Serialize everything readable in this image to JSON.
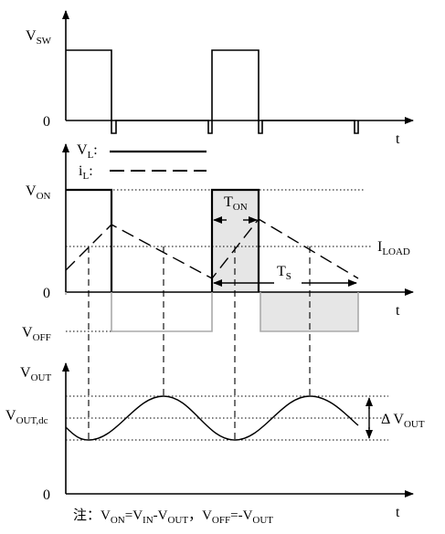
{
  "labels": {
    "vsw_main": "V",
    "vsw_sub": "SW",
    "zero_top": "0",
    "t_top": "t",
    "vl_main": "V",
    "vl_sub": "L",
    "vl_colon": ":",
    "il_main": "i",
    "il_sub": "L",
    "il_colon": ":",
    "von_main": "V",
    "von_sub": "ON",
    "ton_main": "T",
    "ton_sub": "ON",
    "iload_main": "I",
    "iload_sub": "LOAD",
    "ts_main": "T",
    "ts_sub": "S",
    "zero_mid": "0",
    "t_mid": "t",
    "voff_main": "V",
    "voff_sub": "OFF",
    "vout_main": "V",
    "vout_sub": "OUT",
    "voutdc_main": "V",
    "voutdc_sub": "OUT,dc",
    "delta_main": "Δ V",
    "delta_sub": "OUT",
    "zero_bot": "0",
    "t_bot": "t"
  },
  "note": {
    "prefix": "注：V",
    "p1_sub": "ON",
    "p1_eq": "=V",
    "p1_sub2": "IN",
    "p1_minus": "-V",
    "p1_sub3": "OUT",
    "sep": "，V",
    "p2_sub": "OFF",
    "p2_eq": "=-V",
    "p2_sub2": "OUT"
  },
  "colors": {
    "line": "#000000",
    "dotted": "#000000",
    "shade": "#e6e6e6",
    "gray_line": "#aaaaaa"
  }
}
